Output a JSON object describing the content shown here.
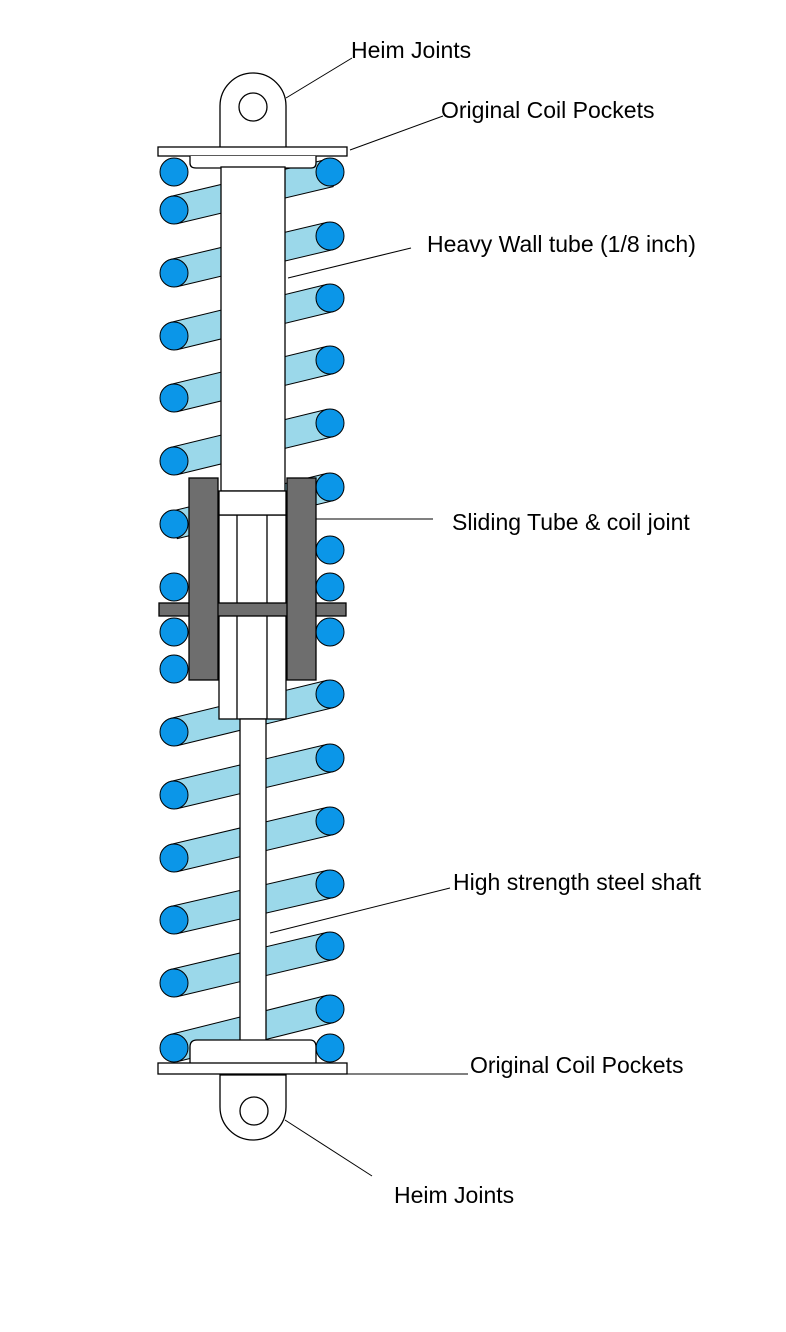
{
  "labels": {
    "heim_top": "Heim Joints",
    "coil_pocket_top": "Original Coil Pockets",
    "heavy_wall_tube": "Heavy Wall tube (1/8 inch)",
    "sliding_tube": "Sliding Tube & coil joint",
    "steel_shaft": "High strength steel shaft",
    "coil_pocket_bottom": "Original Coil Pockets",
    "heim_bottom": "Heim Joints"
  },
  "colors": {
    "coil_face": "#0b96e8",
    "coil_body": "#9bd8ea",
    "sleeve": "#6e6e6e",
    "outline": "#000000",
    "background": "#ffffff"
  }
}
